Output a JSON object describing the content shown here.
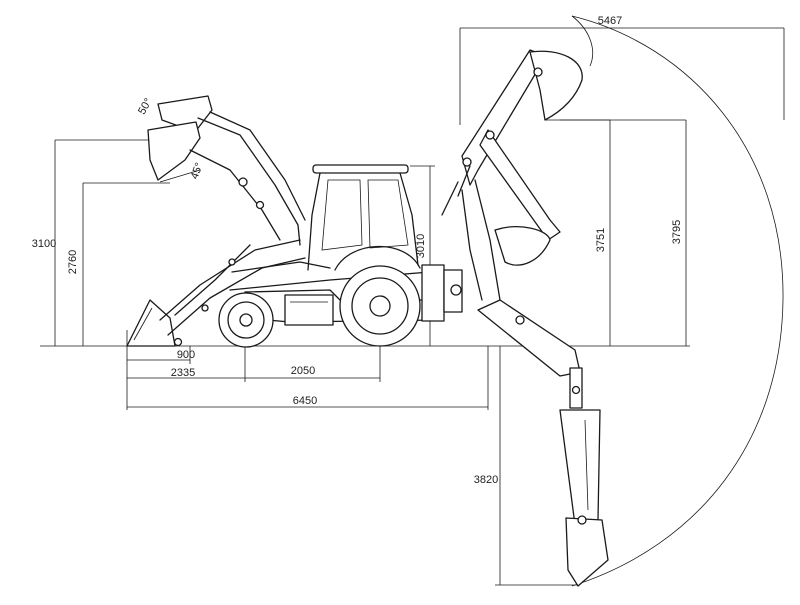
{
  "dimensions": {
    "top_reach": "5467",
    "loader_height_total": "3100",
    "loader_height_dump": "2760",
    "cab_height": "3010",
    "backhoe_height_a": "3751",
    "backhoe_height_b": "3795",
    "loader_front_offset": "900",
    "front_to_axle": "2335",
    "wheelbase": "2050",
    "overall_length": "6450",
    "dig_depth": "3820",
    "angle_top": "50°",
    "angle_mid": "45°"
  }
}
